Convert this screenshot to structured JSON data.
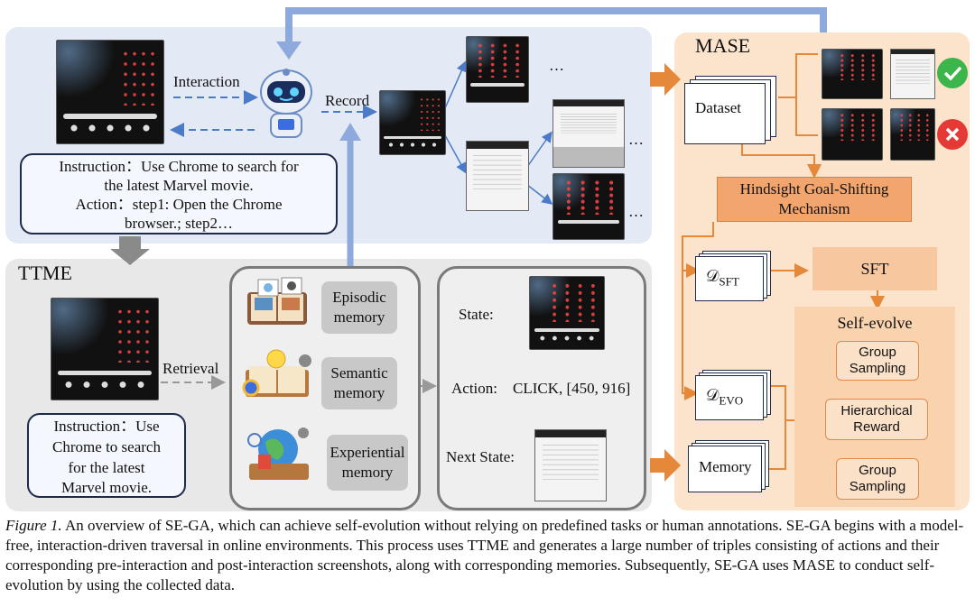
{
  "top": {
    "interaction": "Interaction",
    "record": "Record",
    "ellipsis": "…",
    "instruction_lines": [
      "Instruction：Use Chrome to search for",
      "the latest Marvel movie.",
      "Action：step1: Open the Chrome",
      "browser.; step2…"
    ]
  },
  "ttme": {
    "title": "TTME",
    "retrieval": "Retrieval",
    "instruction_lines": [
      "Instruction：Use",
      "Chrome to search",
      "for the latest",
      "Marvel movie."
    ],
    "memories": [
      {
        "line1": "Episodic",
        "line2": "memory",
        "icon": "photo-album-icon"
      },
      {
        "line1": "Semantic",
        "line2": "memory",
        "icon": "book-lightbulb-icon"
      },
      {
        "line1": "Experiential",
        "line2": "memory",
        "icon": "globe-science-icon"
      }
    ],
    "state_label": "State:",
    "action_label": "Action:",
    "action_value": "CLICK, [450, 916]",
    "next_state_label": "Next State:"
  },
  "mase": {
    "title": "MASE",
    "dataset": "Dataset",
    "hindsight": [
      "Hindsight Goal-Shifting",
      "Mechanism"
    ],
    "d_sft": "SFT",
    "d_evo": "EVO",
    "d_symbol": "𝒟",
    "sft": "SFT",
    "memory": "Memory",
    "self_evolve": "Self-evolve",
    "group_sampling": [
      "Group",
      "Sampling"
    ],
    "hier_reward": [
      "Hierarchical",
      "Reward"
    ],
    "check_color": "#3cb54a",
    "cross_color": "#e53935"
  },
  "colors": {
    "blue_arrow": "#8ea9dc",
    "orange_arrow": "#e5883a",
    "gray_arrow": "#8a8a8a"
  },
  "caption": {
    "label": "Figure 1.",
    "text": " An overview of SE-GA, which can achieve self-evolution without relying on predefined tasks or human annotations. SE-GA begins with a model-free, interaction-driven traversal in online environments. This process uses TTME and generates a large number of triples consisting of actions and their corresponding pre-interaction and post-interaction screenshots, along with corresponding memories. Subsequently, SE-GA uses MASE to conduct self-evolution by using the collected data."
  }
}
